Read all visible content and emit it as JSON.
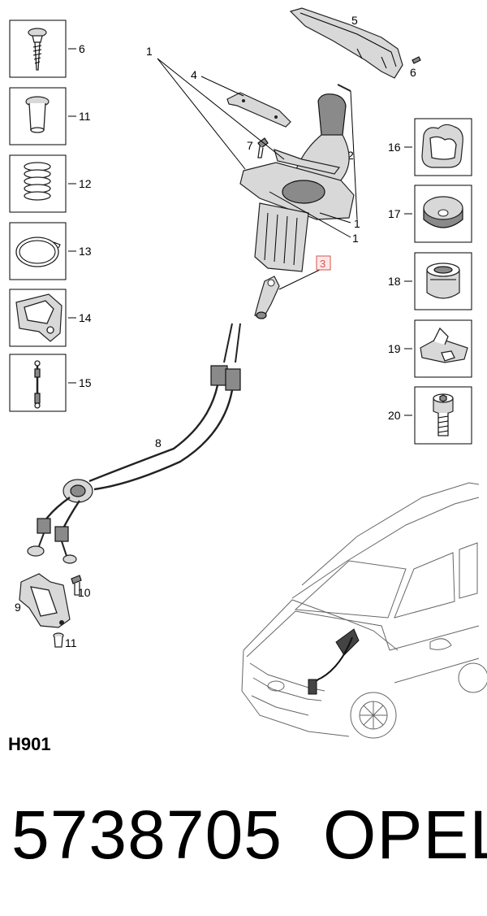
{
  "diagram_code": "H901",
  "part_number": "5738705",
  "brand": "OPEL",
  "highlight_color": "#d9534f",
  "callouts": {
    "c1a": "1",
    "c1b": "1",
    "c1c": "1",
    "c2": "2",
    "c3": "3",
    "c4": "4",
    "c5": "5",
    "c6b": "6",
    "c7": "7",
    "c8": "8",
    "c9": "9",
    "c10": "10",
    "c11b": "11"
  },
  "sidebar_left": [
    {
      "label": "6",
      "icon": "screw-icon"
    },
    {
      "label": "11",
      "icon": "sleeve-icon"
    },
    {
      "label": "12",
      "icon": "spring-icon"
    },
    {
      "label": "13",
      "icon": "circlip-icon"
    },
    {
      "label": "14",
      "icon": "bracket-icon"
    },
    {
      "label": "15",
      "icon": "cable-end-icon"
    }
  ],
  "sidebar_right": [
    {
      "label": "16",
      "icon": "boot-icon"
    },
    {
      "label": "17",
      "icon": "washer-icon"
    },
    {
      "label": "18",
      "icon": "bushing-icon"
    },
    {
      "label": "19",
      "icon": "clip-icon"
    },
    {
      "label": "20",
      "icon": "bolt-icon"
    }
  ]
}
